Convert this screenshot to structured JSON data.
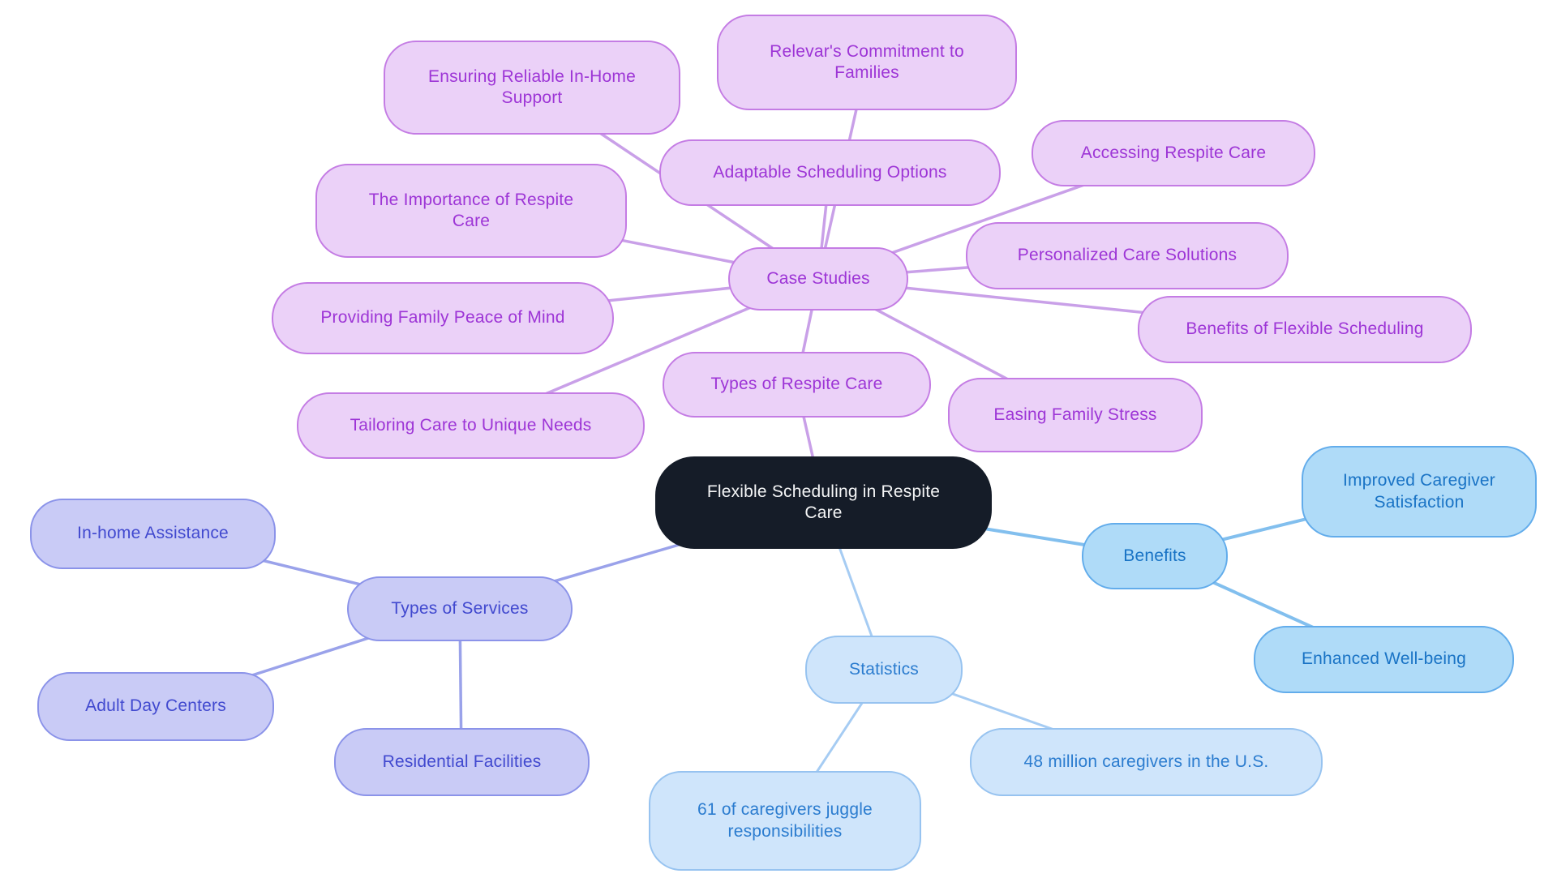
{
  "diagram": {
    "type": "mindmap",
    "title": "Flexible Scheduling in Respite Care"
  },
  "nodes": {
    "central": "Flexible Scheduling in Respite Care",
    "case_studies": "Case Studies",
    "ensuring": "Ensuring Reliable In-Home Support",
    "relevar": "Relevar's Commitment to Families",
    "accessing": "Accessing Respite Care",
    "adaptable": "Adaptable Scheduling Options",
    "importance": "The Importance of Respite Care",
    "personalized": "Personalized Care Solutions",
    "providing": "Providing Family Peace of Mind",
    "benefits_flexible": "Benefits of Flexible Scheduling",
    "tailoring": "Tailoring Care to Unique Needs",
    "types_respite": "Types of Respite Care",
    "easing": "Easing Family Stress",
    "types_services": "Types of Services",
    "in_home": "In-home Assistance",
    "adult_day": "Adult Day Centers",
    "residential": "Residential Facilities",
    "benefits": "Benefits",
    "improved": "Improved Caregiver Satisfaction",
    "enhanced": "Enhanced Well-being",
    "statistics": "Statistics",
    "stat_48": "48 million caregivers in the U.S.",
    "stat_61": "61 of caregivers juggle responsibilities"
  },
  "hierarchy": {
    "root": "Flexible Scheduling in Respite Care",
    "branches": [
      {
        "hub": "Case Studies",
        "linked_to_root_via": "Types of Respite Care",
        "children": [
          "Ensuring Reliable In-Home Support",
          "Relevar's Commitment to Families",
          "Accessing Respite Care",
          "Adaptable Scheduling Options",
          "The Importance of Respite Care",
          "Personalized Care Solutions",
          "Providing Family Peace of Mind",
          "Benefits of Flexible Scheduling",
          "Tailoring Care to Unique Needs",
          "Types of Respite Care",
          "Easing Family Stress"
        ]
      },
      {
        "hub": "Types of Services",
        "children": [
          "In-home Assistance",
          "Adult Day Centers",
          "Residential Facilities"
        ]
      },
      {
        "hub": "Benefits",
        "children": [
          "Improved Caregiver Satisfaction",
          "Enhanced Well-being"
        ]
      },
      {
        "hub": "Statistics",
        "children": [
          "61 of caregivers juggle responsibilities",
          "48 million caregivers in the U.S."
        ]
      }
    ]
  },
  "colors": {
    "background": "#ffffff",
    "central": {
      "fill": "#151c28",
      "text": "#f4f5f6"
    },
    "case_studies_branch": {
      "fill": "#ebd1f8",
      "border": "#c47ce4",
      "text": "#9d35d6",
      "line": "#c9a0e8"
    },
    "types_services_branch": {
      "fill": "#c9cbf6",
      "border": "#8b93e9",
      "text": "#4149cf",
      "line": "#9aa2ea"
    },
    "benefits_branch": {
      "fill": "#afdbf8",
      "border": "#62aceb",
      "text": "#1973c5",
      "line": "#82bfee"
    },
    "statistics_branch": {
      "fill": "#cfe5fb",
      "border": "#97c3f0",
      "text": "#2b7ccf",
      "line": "#a6ccf3"
    }
  }
}
